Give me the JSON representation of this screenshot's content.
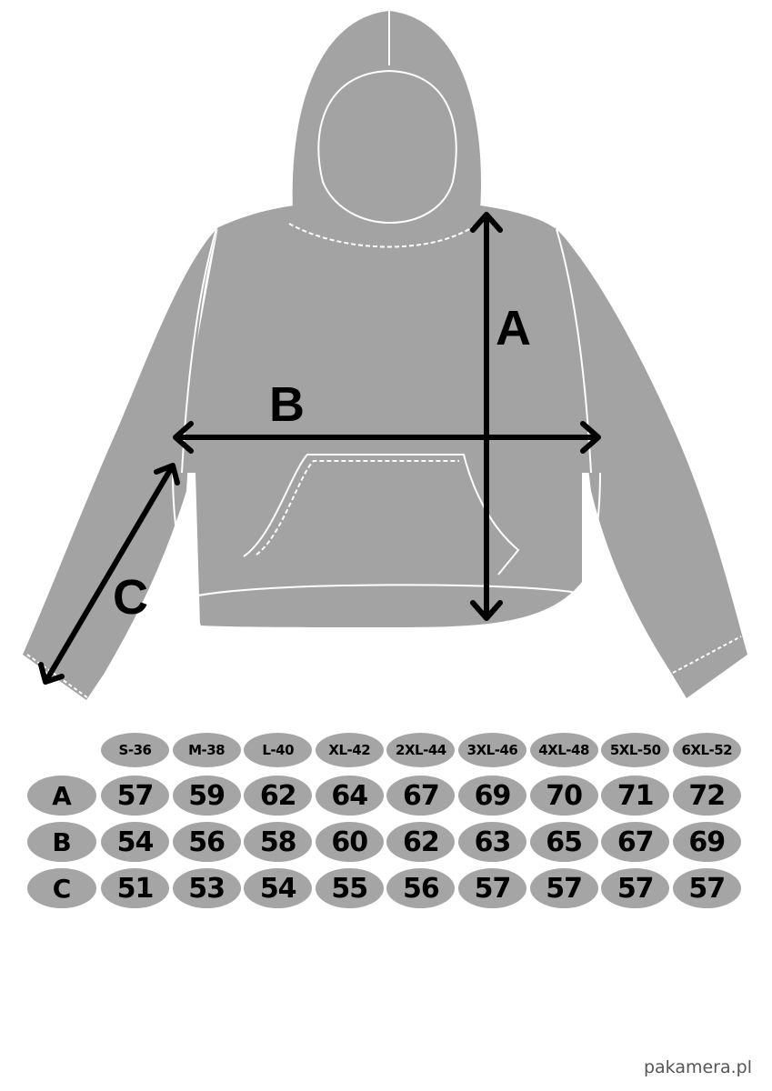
{
  "measurements": {
    "a_label": "A",
    "b_label": "B",
    "c_label": "C"
  },
  "size_table": {
    "sizes": [
      "S-36",
      "M-38",
      "L-40",
      "XL-42",
      "2XL-44",
      "3XL-46",
      "4XL-48",
      "5XL-50",
      "6XL-52"
    ],
    "rows": [
      {
        "label": "A",
        "values": [
          "57",
          "59",
          "62",
          "64",
          "67",
          "69",
          "70",
          "71",
          "72"
        ]
      },
      {
        "label": "B",
        "values": [
          "54",
          "56",
          "58",
          "60",
          "62",
          "63",
          "65",
          "67",
          "69"
        ]
      },
      {
        "label": "C",
        "values": [
          "51",
          "53",
          "54",
          "55",
          "56",
          "57",
          "57",
          "57",
          "57"
        ]
      }
    ]
  },
  "brand": "pakamera.pl",
  "colors": {
    "garment": "#a3a3a3",
    "pill": "#a5a5a5",
    "arrow": "#000000"
  }
}
